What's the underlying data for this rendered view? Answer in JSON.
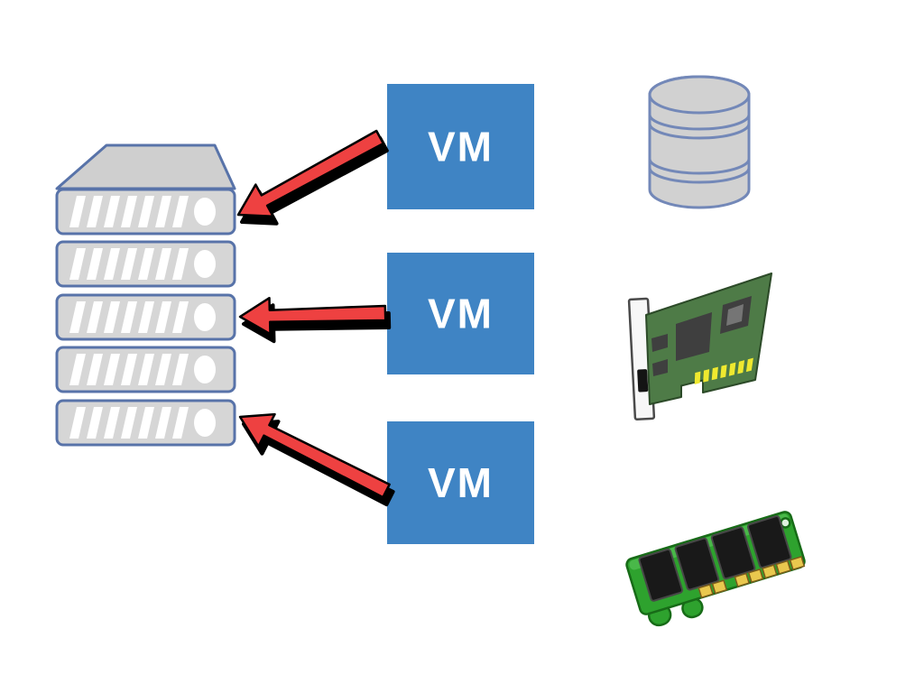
{
  "colors": {
    "background": "#ffffff",
    "vm_box_blue": "#3f84c4",
    "vm_text_white": "#ffffff",
    "server_outline_blue": "#5873a9",
    "server_body_gray": "#d6d6d6",
    "server_top_gray": "#cfcfcf",
    "server_stripe_white": "#ffffff",
    "arrow_red": "#ee4141",
    "arrow_outline_black": "#000000",
    "database_gray": "#d1d1d1",
    "database_outline_blue": "#7388b8",
    "nic_pcb_green": "#4e7b47",
    "nic_chip_gray": "#3f3f3f",
    "nic_chip_inner_gray": "#757575",
    "nic_pad_yellow": "#efe92f",
    "nic_bracket_white": "#f7f7f7",
    "ram_green": "#2ea22e",
    "ram_chip_black": "#191919",
    "ram_pad_gold": "#e9c84e"
  },
  "server": {
    "name": "server-rack",
    "unit_count": 5,
    "stripes_per_unit": 7
  },
  "vm_boxes": [
    {
      "label": "VM"
    },
    {
      "label": "VM"
    },
    {
      "label": "VM"
    }
  ],
  "arrows": [
    {
      "from": "vm-1",
      "to": "server-bay-1"
    },
    {
      "from": "vm-2",
      "to": "server-bay-3"
    },
    {
      "from": "vm-3",
      "to": "server-bay-5"
    }
  ],
  "resources": [
    {
      "name": "database"
    },
    {
      "name": "network-card"
    },
    {
      "name": "memory-module"
    }
  ]
}
